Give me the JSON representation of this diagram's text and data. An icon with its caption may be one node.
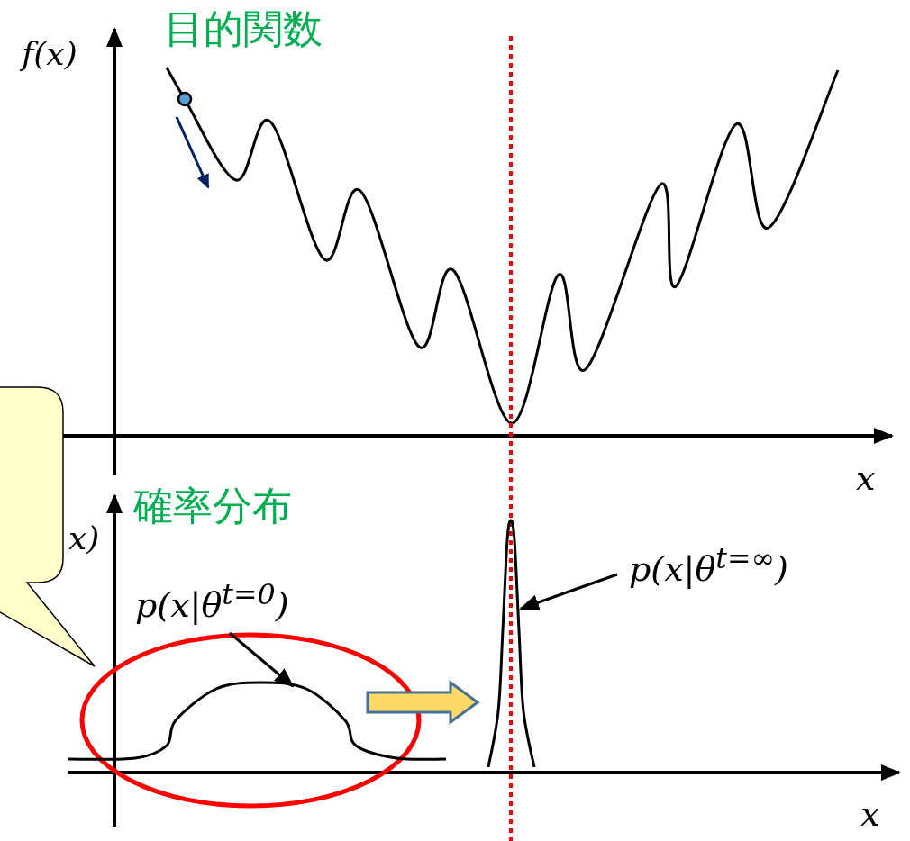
{
  "diagram": {
    "nodes": [
      {
        "text": [],
        "shape": "box"
      },
      {
        "text": [
          "p(x|θ$^{t=0}$)"
        ]
      },
      {
        "text": [],
        "shape": "circle"
      },
      {
        "text": [],
        "shape": "curve"
      },
      {
        "text": [
          "p(x|θ$^{t=∞}$)"
        ]
      },
      {
        "text": [],
        "shape": "curve"
      }
    ],
    "edges": [
      {
        "from": 1,
        "to": 3,
        "arrow": "to"
      },
      {
        "from": 4,
        "to": 5,
        "arrow": "to"
      },
      {
        "from": 2,
        "to": 5,
        "arrow": "to",
        "style": "thick",
        "color": "#ffd966"
      }
    ],
    "labels": [
      "目的関数",
      "f(x)",
      "x",
      "確率分布",
      "x)",
      "x"
    ]
  }
}
